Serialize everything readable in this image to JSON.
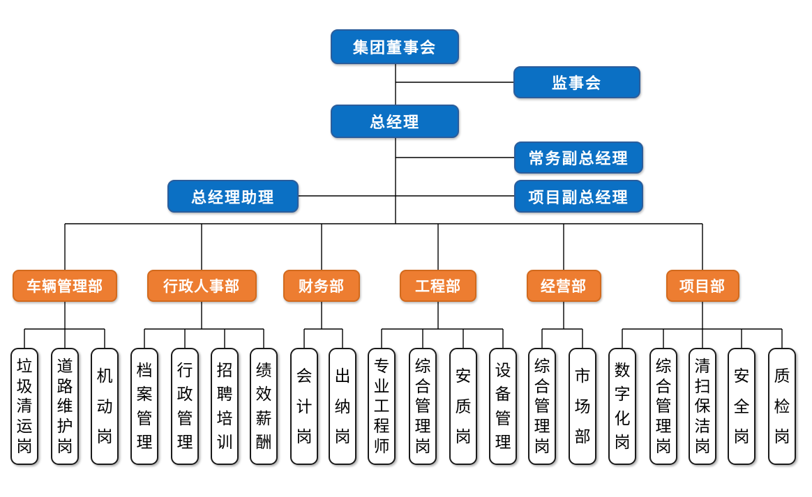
{
  "colors": {
    "executive_box": "#0B70C4",
    "executive_border": "#2A5D9C",
    "department_box": "#ED7D31",
    "department_border": "#D26A1D",
    "position_box": "#FFFFFF",
    "position_border": "#1A1A1A",
    "connector_line": "#000000",
    "background": "#FFFFFF",
    "text_on_color": "#FFFFFF",
    "position_text": "#000000"
  },
  "org": {
    "executives": [
      {
        "id": "board",
        "label": "集团董事会"
      },
      {
        "id": "supervisory-board",
        "label": "监事会"
      },
      {
        "id": "general-manager",
        "label": "总经理"
      },
      {
        "id": "executive-deputy-general-manager",
        "label": "常务副总经理"
      },
      {
        "id": "general-manager-assistant",
        "label": "总经理助理"
      },
      {
        "id": "project-deputy-general-manager",
        "label": "项目副总经理"
      }
    ],
    "departments": [
      {
        "id": "vehicle-management",
        "label": "车辆管理部",
        "positions": [
          {
            "id": "garbage-removal",
            "label": "垃圾清运岗"
          },
          {
            "id": "road-maintenance",
            "label": "道路维护岗"
          },
          {
            "id": "mobile-duty",
            "label": "机动岗"
          }
        ]
      },
      {
        "id": "admin-hr",
        "label": "行政人事部",
        "positions": [
          {
            "id": "archive-management",
            "label": "档案管理"
          },
          {
            "id": "administrative-management",
            "label": "行政管理"
          },
          {
            "id": "recruitment-training",
            "label": "招聘培训"
          },
          {
            "id": "performance-compensation",
            "label": "绩效薪酬"
          }
        ]
      },
      {
        "id": "finance",
        "label": "财务部",
        "positions": [
          {
            "id": "accountant",
            "label": "会计岗"
          },
          {
            "id": "cashier",
            "label": "出纳岗"
          }
        ]
      },
      {
        "id": "engineering",
        "label": "工程部",
        "positions": [
          {
            "id": "professional-engineer",
            "label": "专业工程师"
          },
          {
            "id": "general-management",
            "label": "综合管理岗"
          },
          {
            "id": "safety-quality",
            "label": "安质岗"
          },
          {
            "id": "equipment-management",
            "label": "设备管理"
          }
        ]
      },
      {
        "id": "operations",
        "label": "经营部",
        "positions": [
          {
            "id": "general-management",
            "label": "综合管理岗"
          },
          {
            "id": "market",
            "label": "市场部"
          }
        ]
      },
      {
        "id": "project",
        "label": "项目部",
        "positions": [
          {
            "id": "digitalization",
            "label": "数字化岗"
          },
          {
            "id": "general-management",
            "label": "综合管理岗"
          },
          {
            "id": "cleaning",
            "label": "清扫保洁岗"
          },
          {
            "id": "safety",
            "label": "安全岗"
          },
          {
            "id": "quality-inspection",
            "label": "质检岗"
          }
        ]
      }
    ]
  }
}
